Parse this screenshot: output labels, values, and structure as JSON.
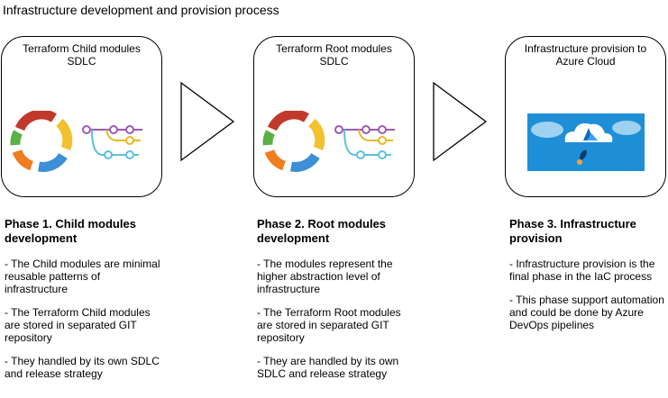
{
  "title": "Infrastructure development and provision process",
  "cards": [
    {
      "label_line1": "Terraform Child modules",
      "label_line2": "SDLC",
      "icons": [
        "sdlc-cycle-icon",
        "git-branches-icon"
      ]
    },
    {
      "label_line1": "Terraform Root modules",
      "label_line2": "SDLC",
      "icons": [
        "sdlc-cycle-icon",
        "git-branches-icon"
      ]
    },
    {
      "label_line1": "Infrastructure provision to",
      "label_line2": "Azure Cloud",
      "icons": [
        "azure-cloud-rocket-icon"
      ]
    }
  ],
  "phases": [
    {
      "title_line1": "Phase 1. Child modules",
      "title_line2": "development",
      "desc": [
        "- The Child modules are minimal reusable patterns of infrastructure",
        "- The Terraform Child modules are stored in separated GIT repository",
        "- They handled by its own SDLC and release strategy"
      ]
    },
    {
      "title_line1": "Phase 2. Root modules",
      "title_line2": "development",
      "desc": [
        "- The modules represent the higher abstraction level of infrastructure",
        "- The Terraform Root modules are stored in separated GIT repository",
        "- They are handled by its own SDLC and release strategy"
      ]
    },
    {
      "title_line1": "Phase 3. Infrastructure",
      "title_line2": "provision",
      "desc": [
        "- Infrastructure provision is the final phase in the IaC process",
        "- This phase support automation and could be done by Azure DevOps pipelines"
      ]
    }
  ],
  "colors": {
    "cycle_red": "#c0392b",
    "cycle_yellow": "#f2c12e",
    "cycle_blue": "#3d8fd6",
    "cycle_orange": "#ef7d22",
    "cycle_green": "#5bb046",
    "git_purple": "#9b59b6",
    "git_yellow": "#e8b923",
    "git_teal": "#5bc0de",
    "azure_bg": "#1e8fd6",
    "azure_blue": "#0f6cbd"
  }
}
